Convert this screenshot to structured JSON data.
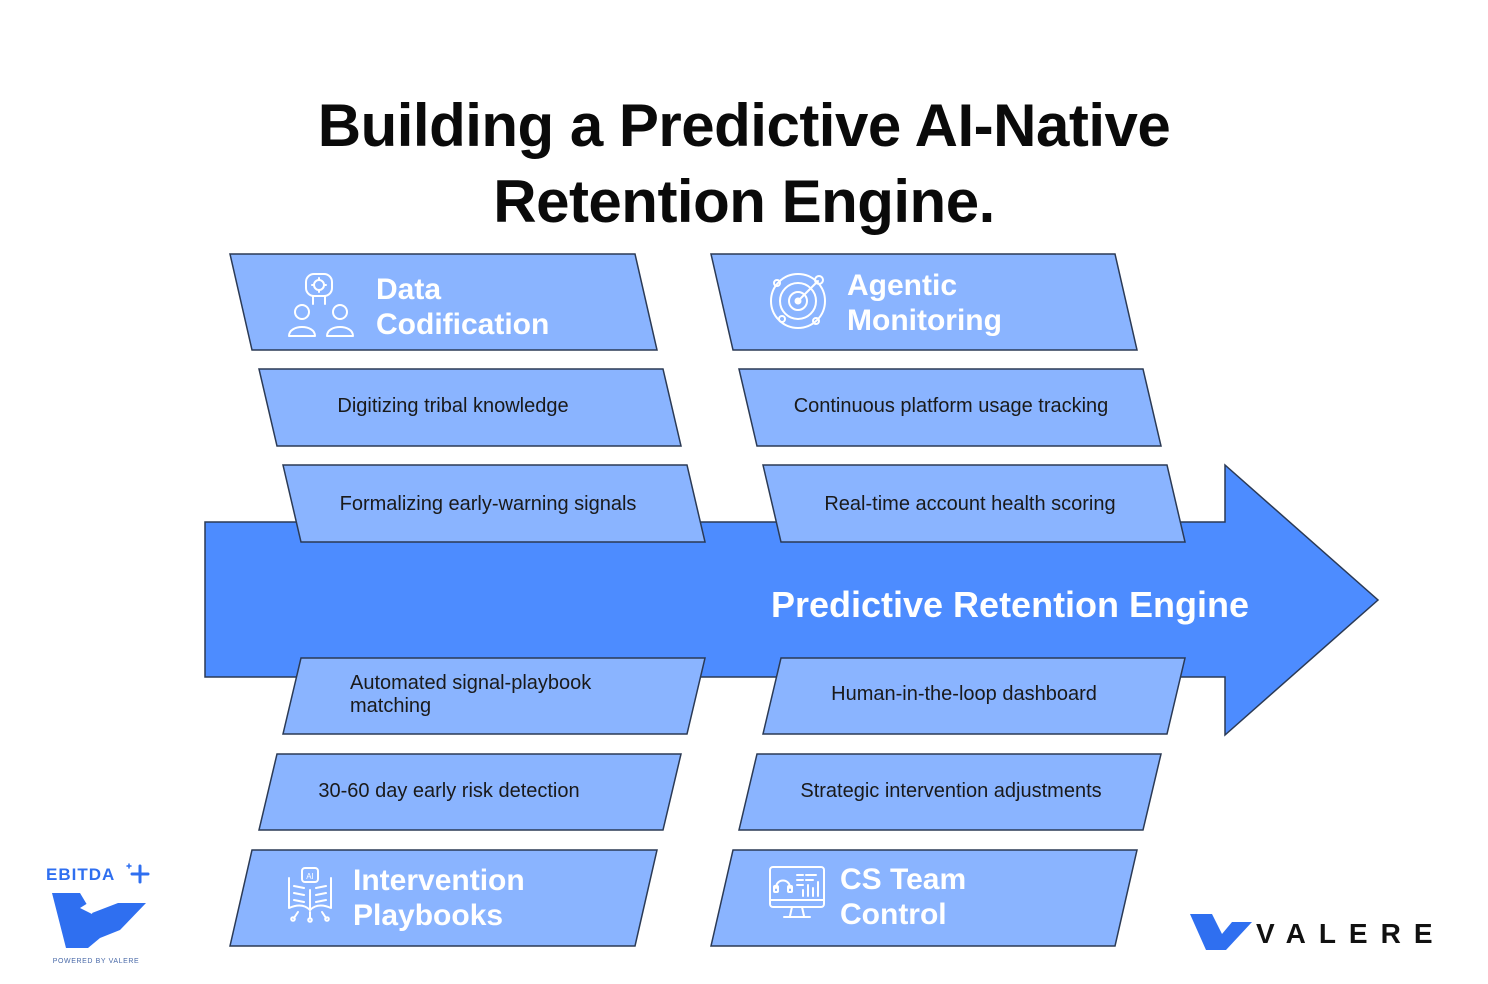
{
  "title": {
    "line1": "Building a Predictive AI-Native",
    "line2": "Retention Engine."
  },
  "arrow": {
    "label": "Predictive Retention Engine"
  },
  "categories": {
    "data_codification": {
      "line1": "Data",
      "line2": "Codification"
    },
    "agentic_monitoring": {
      "line1": "Agentic",
      "line2": "Monitoring"
    },
    "intervention_playbooks": {
      "line1": "Intervention",
      "line2": "Playbooks"
    },
    "cs_team_control": {
      "line1": "CS Team",
      "line2": "Control"
    }
  },
  "items": {
    "digitizing": "Digitizing tribal knowledge",
    "formalizing": "Formalizing early-warning signals",
    "continuous": "Continuous platform usage tracking",
    "realtime": "Real-time account health scoring",
    "automated_line1": "Automated signal-playbook",
    "automated_line2": "matching",
    "risk": "30-60 day early risk detection",
    "human": "Human-in-the-loop dashboard",
    "strategic": "Strategic intervention adjustments"
  },
  "logos": {
    "ebitda_text": "EBITDA",
    "ebitda_powered": "POWERED BY VALERE",
    "valere_text": "VALERE"
  },
  "colors": {
    "arrow": "#4d8cff",
    "box": "#8ab4ff",
    "stroke": "#2b3a55",
    "brand": "#2f6ff0"
  }
}
